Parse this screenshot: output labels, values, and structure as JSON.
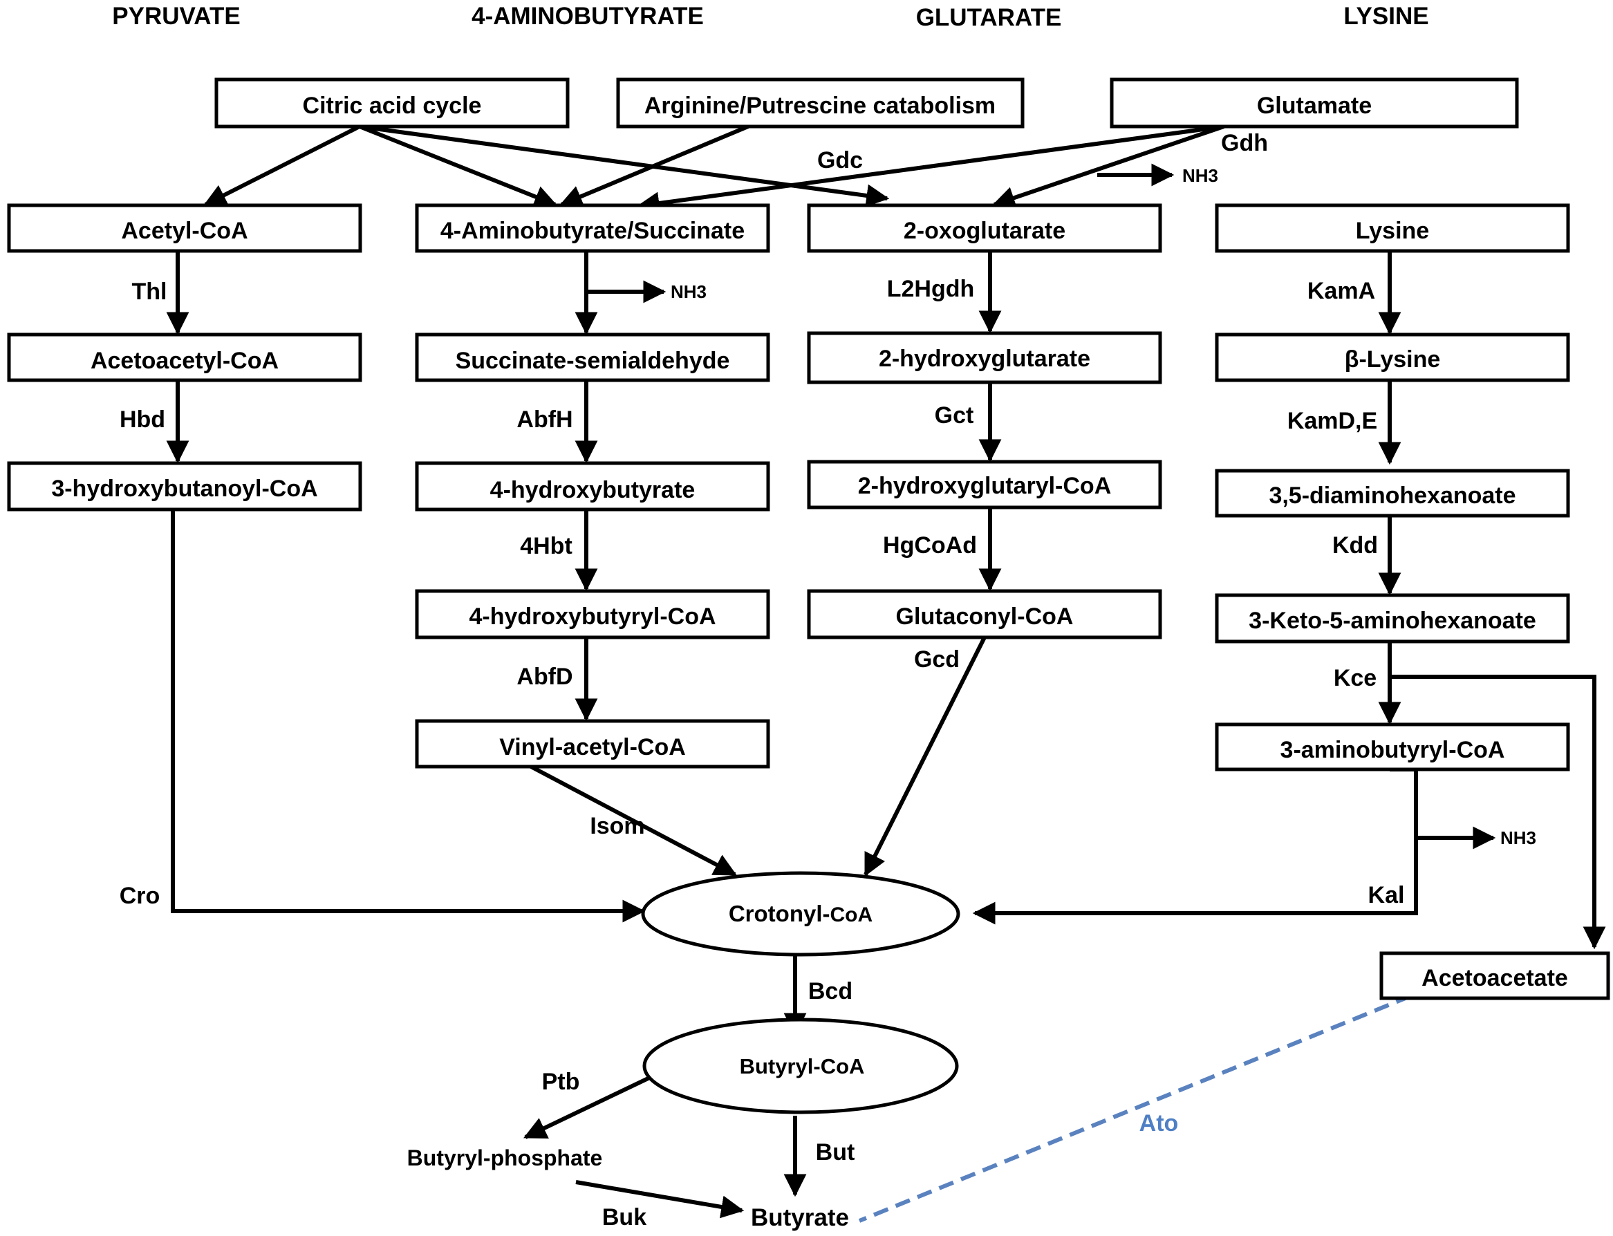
{
  "headers": {
    "pyruvate": "PYRUVATE",
    "aminobutyrate": "4-AMINOBUTYRATE",
    "glutarate": "GLUTARATE",
    "lysine": "LYSINE"
  },
  "boxes": {
    "citric_acid_cycle": "Citric acid cycle",
    "arginine_putrescine": "Arginine/Putrescine catabolism",
    "glutamate": "Glutamate",
    "acetyl_coa": "Acetyl-CoA",
    "aminobutyrate_succinate": "4-Aminobutyrate/Succinate",
    "oxoglutarate": "2-oxoglutarate",
    "lysine": "Lysine",
    "acetoacetyl_coa": "Acetoacetyl-CoA",
    "succinate_semialdehyde": "Succinate-semialdehyde",
    "hydroxyglutarate": "2-hydroxyglutarate",
    "beta_lysine": "β-Lysine",
    "hydroxybutanoyl_coa": "3-hydroxybutanoyl-CoA",
    "hydroxybutyrate": "4-hydroxybutyrate",
    "hydroxyglutaryl_coa": "2-hydroxyglutaryl-CoA",
    "diaminohexanoate": "3,5-diaminohexanoate",
    "hydroxybutyryl_coa": "4-hydroxybutyryl-CoA",
    "glutaconyl_coa": "Glutaconyl-CoA",
    "keto_aminohexanoate": "3-Keto-5-aminohexanoate",
    "vinyl_acetyl_coa": "Vinyl-acetyl-CoA",
    "aminobutyryl_coa": "3-aminobutyryl-CoA",
    "acetoacetate": "Acetoacetate"
  },
  "ovals": {
    "crotonyl_prefix": "Crotonyl-",
    "crotonyl_suffix": "CoA",
    "butyryl_coa": "Butyryl-CoA"
  },
  "enzymes": {
    "gdc": "Gdc",
    "gdh": "Gdh",
    "thl": "Thl",
    "hbd": "Hbd",
    "abfh": "AbfH",
    "hbt": "4Hbt",
    "abfd": "AbfD",
    "l2hgdh": "L2Hgdh",
    "gct": "Gct",
    "hgcoad": "HgCoAd",
    "gcd": "Gcd",
    "kama": "KamA",
    "kamde": "KamD,E",
    "kdd": "Kdd",
    "kce": "Kce",
    "kal": "Kal",
    "isom": "Isom",
    "cro": "Cro",
    "bcd": "Bcd",
    "ptb": "Ptb",
    "but": "But",
    "buk": "Buk",
    "ato": "Ato"
  },
  "byproducts": {
    "nh3": "NH3"
  },
  "free_text": {
    "butyryl_phosphate": "Butyryl-phosphate",
    "butyrate": "Butyrate"
  },
  "colors": {
    "lines": "#000000",
    "ato_dashed": "#5a82bf",
    "ato_label": "#4f7fc4"
  }
}
